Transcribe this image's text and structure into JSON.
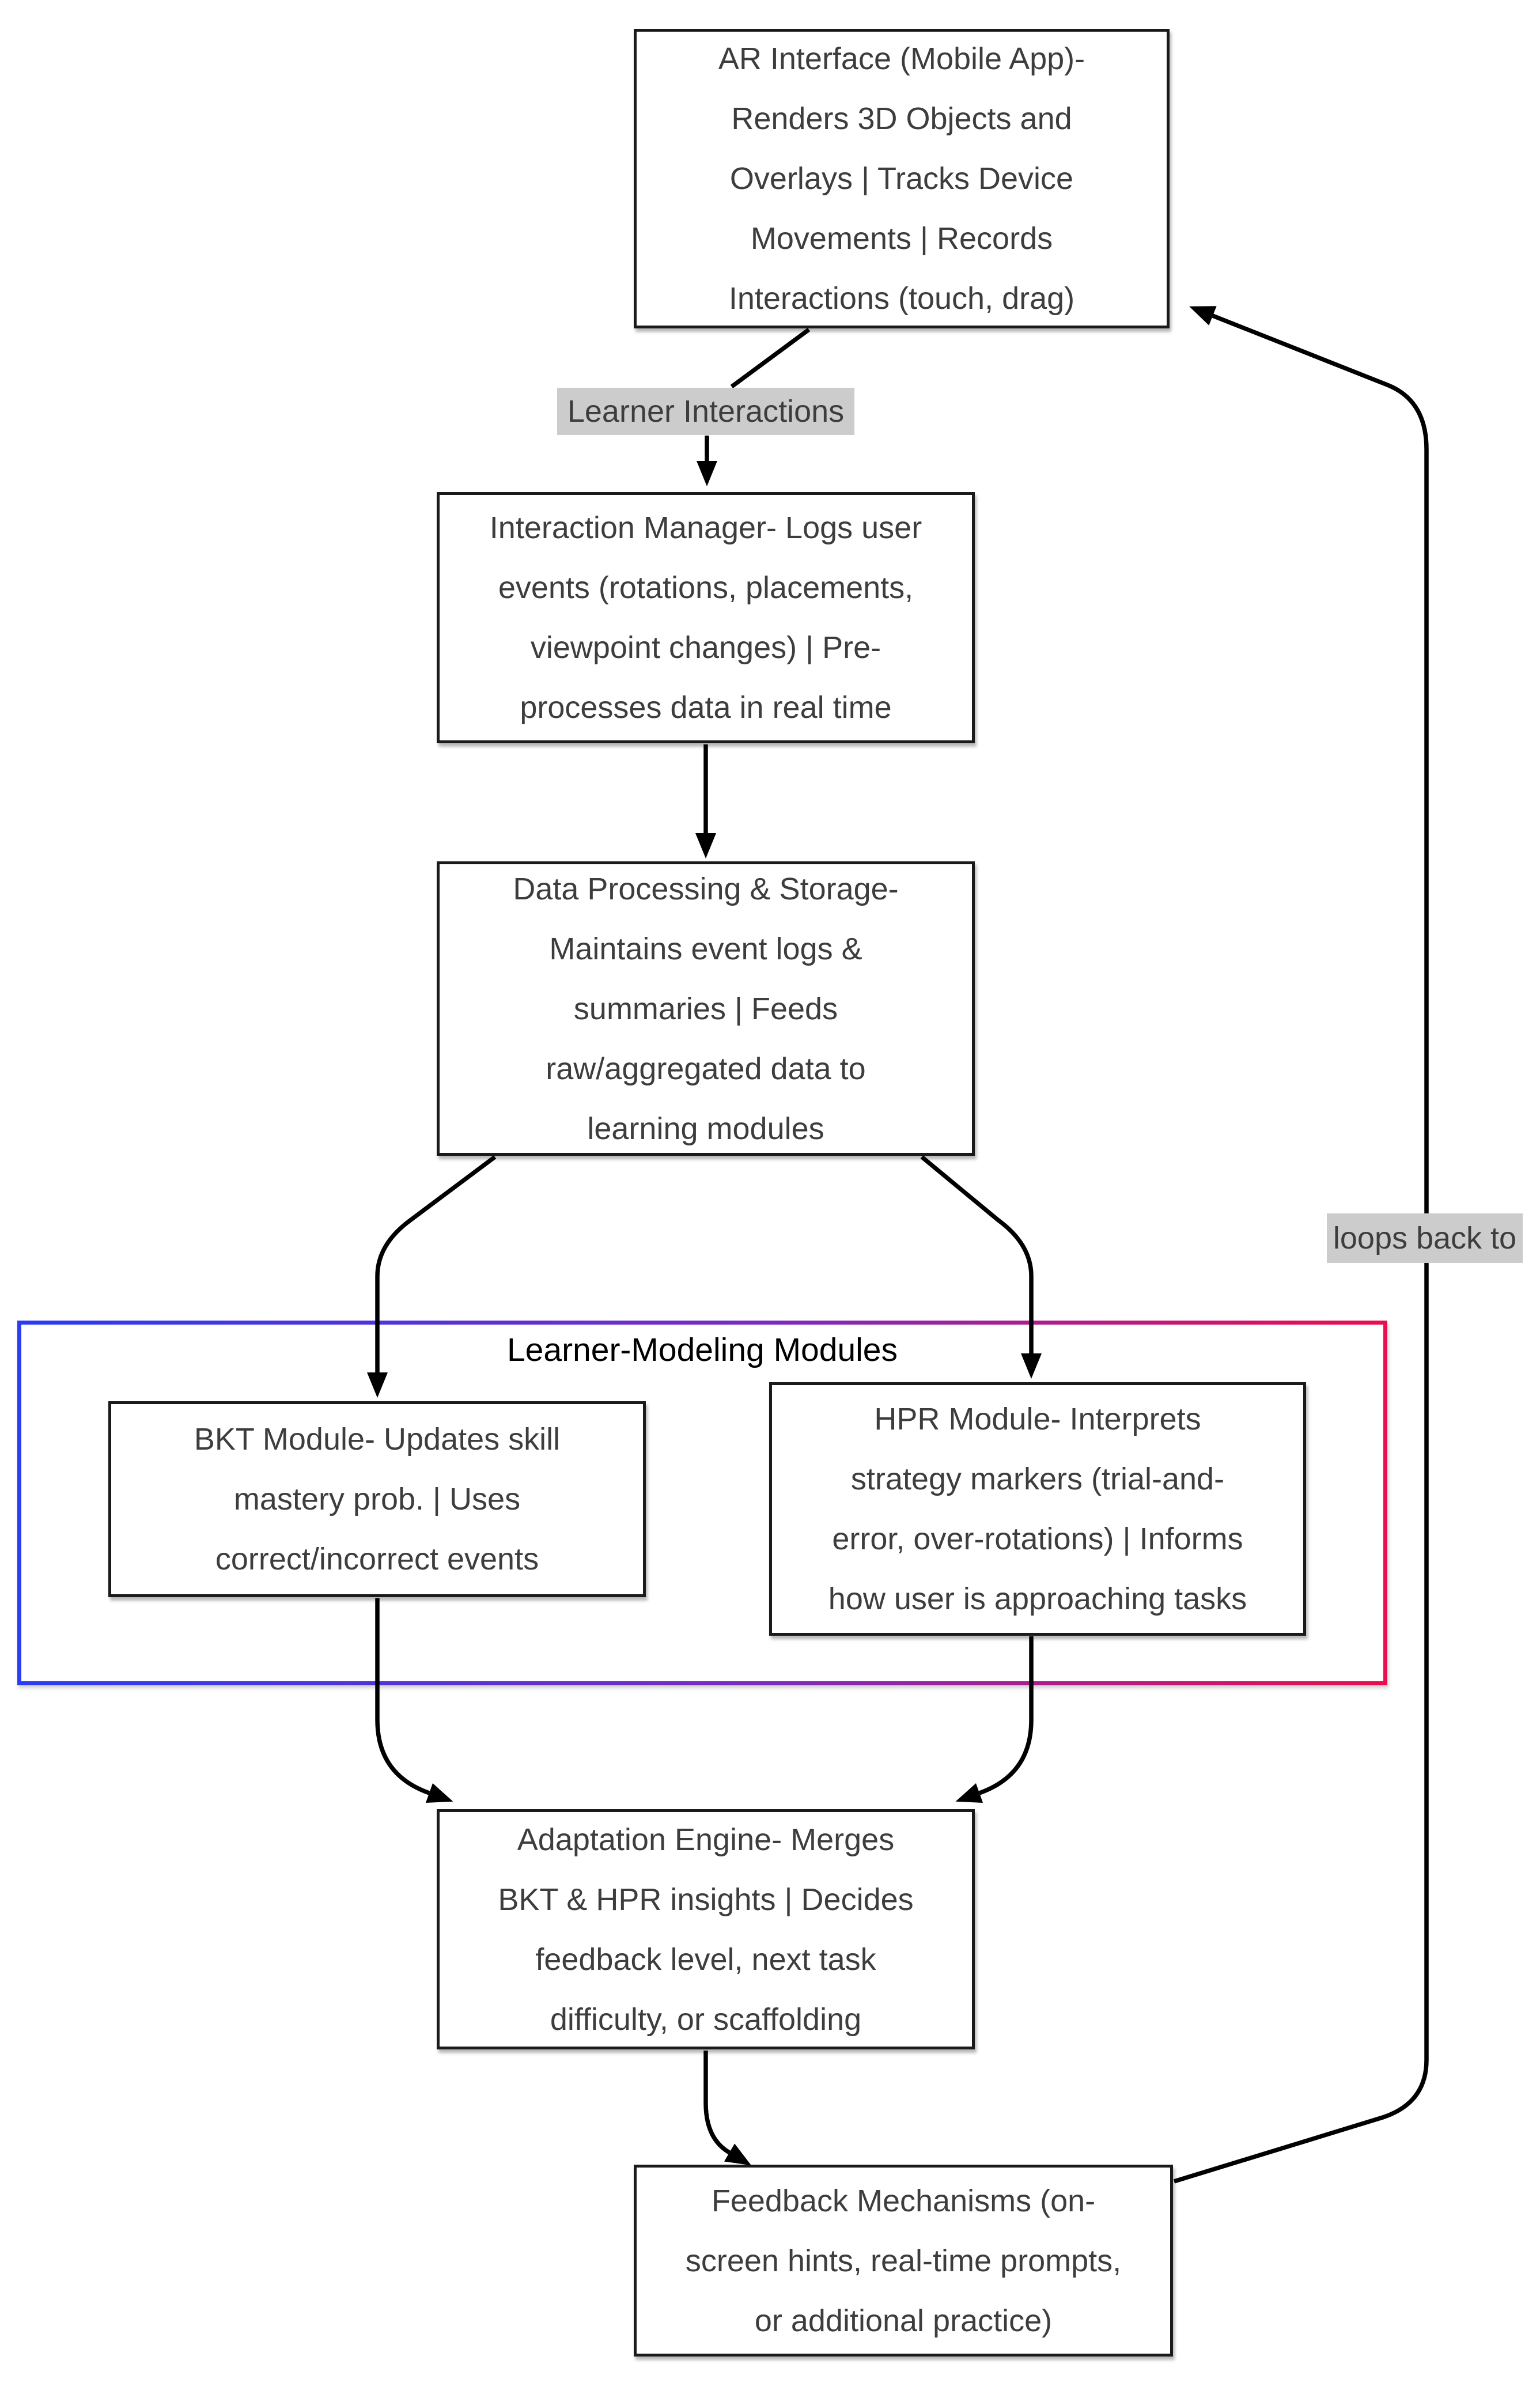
{
  "diagram": {
    "container": {
      "title": "Learner-Modeling Modules"
    },
    "nodes": {
      "ar_interface": {
        "text": "AR Interface (Mobile App)-\nRenders 3D Objects and\nOverlays | Tracks Device\nMovements | Records\nInteractions (touch, drag)"
      },
      "interaction_manager": {
        "text": "Interaction Manager- Logs user\nevents (rotations, placements,\nviewpoint changes) | Pre-\nprocesses data in real time"
      },
      "data_processing": {
        "text": "Data Processing & Storage-\nMaintains event logs &\nsummaries | Feeds\nraw/aggregated data to\nlearning modules"
      },
      "bkt_module": {
        "text": "BKT Module- Updates skill\nmastery prob. | Uses\ncorrect/incorrect events"
      },
      "hpr_module": {
        "text": "HPR Module- Interprets\nstrategy markers (trial-and-\nerror, over-rotations) | Informs\nhow user is approaching tasks"
      },
      "adaptation_engine": {
        "text": "Adaptation Engine- Merges\nBKT & HPR insights | Decides\nfeedback level, next task\ndifficulty, or scaffolding"
      },
      "feedback_mechanisms": {
        "text": "Feedback Mechanisms (on-\nscreen hints, real-time prompts,\nor additional practice)"
      }
    },
    "edge_labels": {
      "learner_interactions": "Learner Interactions",
      "loops_back_to": "loops back to"
    },
    "colors": {
      "arrow": "#000000",
      "box_border": "#1a1a1a",
      "text": "#3d3d3d",
      "edge_label_bg": "#cccccc",
      "container_gradient_start": "#2b3cf2",
      "container_gradient_mid": "#7b2bbf",
      "container_gradient_end": "#ea0e4e"
    }
  }
}
